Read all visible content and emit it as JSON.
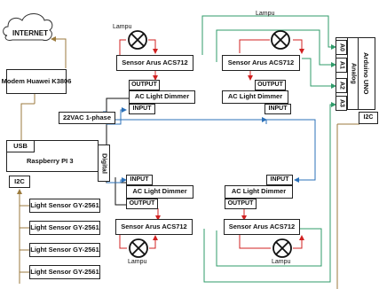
{
  "internet": "INTERNET",
  "modem": "Modem Huawei K3806",
  "ac_source": "22VAC 1-phase",
  "usb": "USB",
  "raspberry": "Raspberry PI 3",
  "digital": "Digital",
  "i2c_rpi": "I2C",
  "light_sensors": [
    "Light Sensor GY-2561",
    "Light Sensor GY-2561",
    "Light Sensor GY-2561",
    "Light Sensor GY-2561"
  ],
  "lamp": "Lampu",
  "sensor": "Sensor Arus ACS712",
  "dimmer": "AC Light Dimmer",
  "output": "OUTPUT",
  "input": "INPUT",
  "arduino": "Arduino UNO",
  "analog": "Analog",
  "pins": [
    "A0",
    "A1",
    "A2",
    "A3"
  ],
  "i2c_arduino": "I2C",
  "colors": {
    "brown": "#9b7a3c",
    "green": "#2f9b6a",
    "blue": "#2b70b8",
    "red": "#d02020",
    "black": "#111111"
  }
}
